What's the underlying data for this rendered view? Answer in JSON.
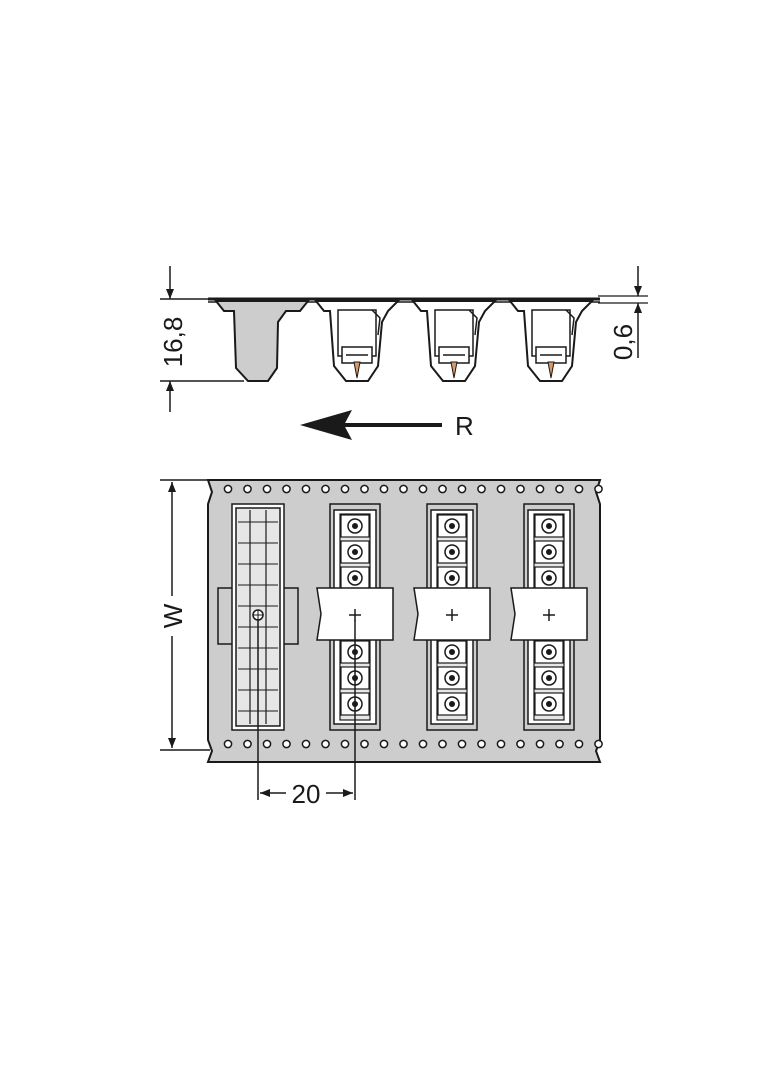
{
  "side_view": {
    "height_label": "16,8",
    "thickness_label": "0,6"
  },
  "direction": {
    "label": "R"
  },
  "top_view": {
    "width_label": "W",
    "pitch_label": "20"
  },
  "colors": {
    "line": "#1a1a1a",
    "tape": "#cdcdcd",
    "cover": "#e6e6e6",
    "white": "#ffffff"
  }
}
